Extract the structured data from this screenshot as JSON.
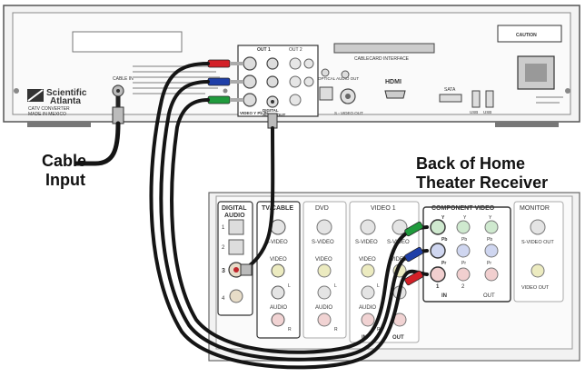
{
  "callouts": {
    "cable_input_line1": "Cable",
    "cable_input_line2": "Input",
    "receiver_line1": "Back of Home",
    "receiver_line2": "Theater Receiver"
  },
  "cable_box": {
    "brand_line1": "Scientific",
    "brand_line2": "Atlanta",
    "model_line1": "CATV CONVERTER",
    "model_line2": "MADE IN MEXICO",
    "cable_in_label": "CABLE IN",
    "out1_label": "OUT 1",
    "out2_label": "OUT 2",
    "video_ypbpr_label": "VIDEO Y Pb Pr",
    "digital_audio_out_label1": "DIGITAL",
    "digital_audio_out_label2": "AUDIO OUT",
    "optical_label": "OPTICAL AUDIO OUT",
    "svideo_label": "S - VIDEO OUT",
    "hdmi_label": "HDMI",
    "sata_label": "SATA",
    "usb1_label": "USB",
    "usb2_label": "USB",
    "caution_label": "CAUTION",
    "card_label": "CABLECARD INTERFACE"
  },
  "receiver": {
    "digital_audio_label1": "DIGITAL",
    "digital_audio_label2": "AUDIO",
    "input_numbers": [
      "1",
      "2",
      "3",
      "4"
    ],
    "tv_cable_label": "TV/CABLE",
    "dvd_label": "DVD",
    "video1_label": "VIDEO 1",
    "component_video_label": "COMPONENT VIDEO",
    "monitor_label": "MONITOR",
    "svideo": "S-VIDEO",
    "video": "VIDEO",
    "audio": "AUDIO",
    "l": "L",
    "r": "R",
    "in": "IN",
    "out": "OUT",
    "y": "Y",
    "pb": "Pb",
    "pr": "Pr",
    "comp_in_num1": "1",
    "comp_in_num2": "2",
    "comp_in": "IN",
    "comp_out": "OUT",
    "svideo_out": "S-VIDEO OUT",
    "video_out": "VIDEO OUT"
  },
  "colors": {
    "red": "#d32027",
    "blue": "#1f3fa8",
    "green": "#1f9a3c",
    "cable": "#151515",
    "panel": "#f4f4f4",
    "edge": "#555555"
  }
}
